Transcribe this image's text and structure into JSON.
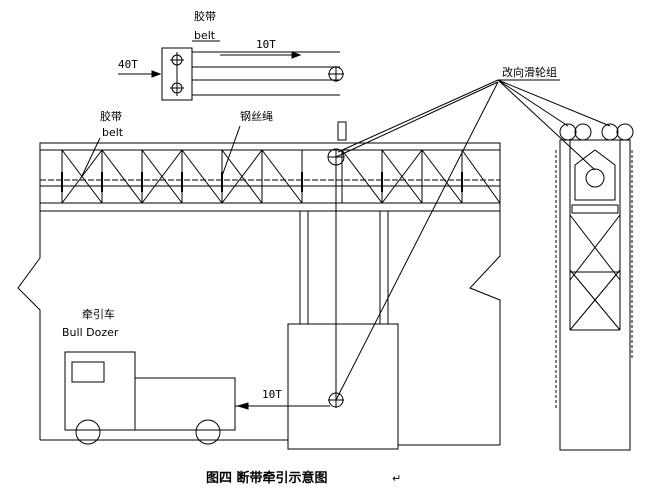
{
  "labels": {
    "belt_cn_top": "胶带",
    "belt_en_top": "belt",
    "force_left": "40T",
    "force_top": "10T",
    "pulley_group": "改向滑轮组",
    "belt_cn_mid": "胶带",
    "belt_en_mid": "belt",
    "wire_rope": "钢丝绳",
    "puller_cn": "牵引车",
    "puller_en": "Bull Dozer",
    "force_truck": "10T"
  },
  "caption": "图四 断带牵引示意图",
  "caption_mark": "↵"
}
